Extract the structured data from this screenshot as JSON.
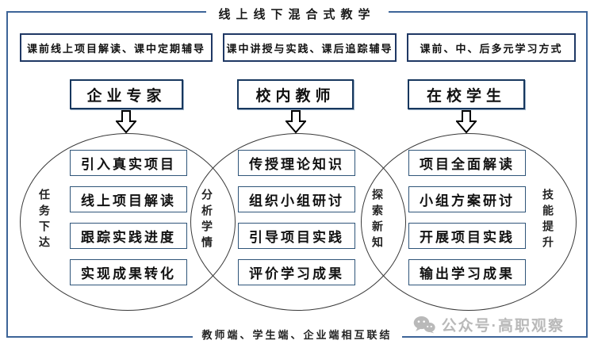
{
  "title": "线上线下混合式教学",
  "top_boxes": [
    "课前线上项目解读、课中定期辅导",
    "课中讲授与实践、课后追踪辅导",
    "课前、中、后多元学习方式"
  ],
  "columns": [
    {
      "header": "企业专家",
      "items": [
        "引入真实项目",
        "线上项目解读",
        "跟踪实践进度",
        "实现成果转化"
      ]
    },
    {
      "header": "校内教师",
      "items": [
        "传授理论知识",
        "组织小组研讨",
        "引导项目实践",
        "评价学习成果"
      ]
    },
    {
      "header": "在校学生",
      "items": [
        "项目全面解读",
        "小组方案研讨",
        "开展项目实践",
        "输出学习成果"
      ]
    }
  ],
  "side_labels": [
    "任务下达",
    "分析学情",
    "探索新知",
    "技能提升"
  ],
  "footer": "教师端、学生端、企业端相互联结",
  "watermark": {
    "icon": "wechat-icon",
    "text": "公众号·高职观察"
  },
  "colors": {
    "frame_border": "#3d6498",
    "box_border": "#1f3864",
    "header_border": "#17375e",
    "circle_border": "#3a3a3a",
    "watermark_gray": "#b9b9b9"
  }
}
